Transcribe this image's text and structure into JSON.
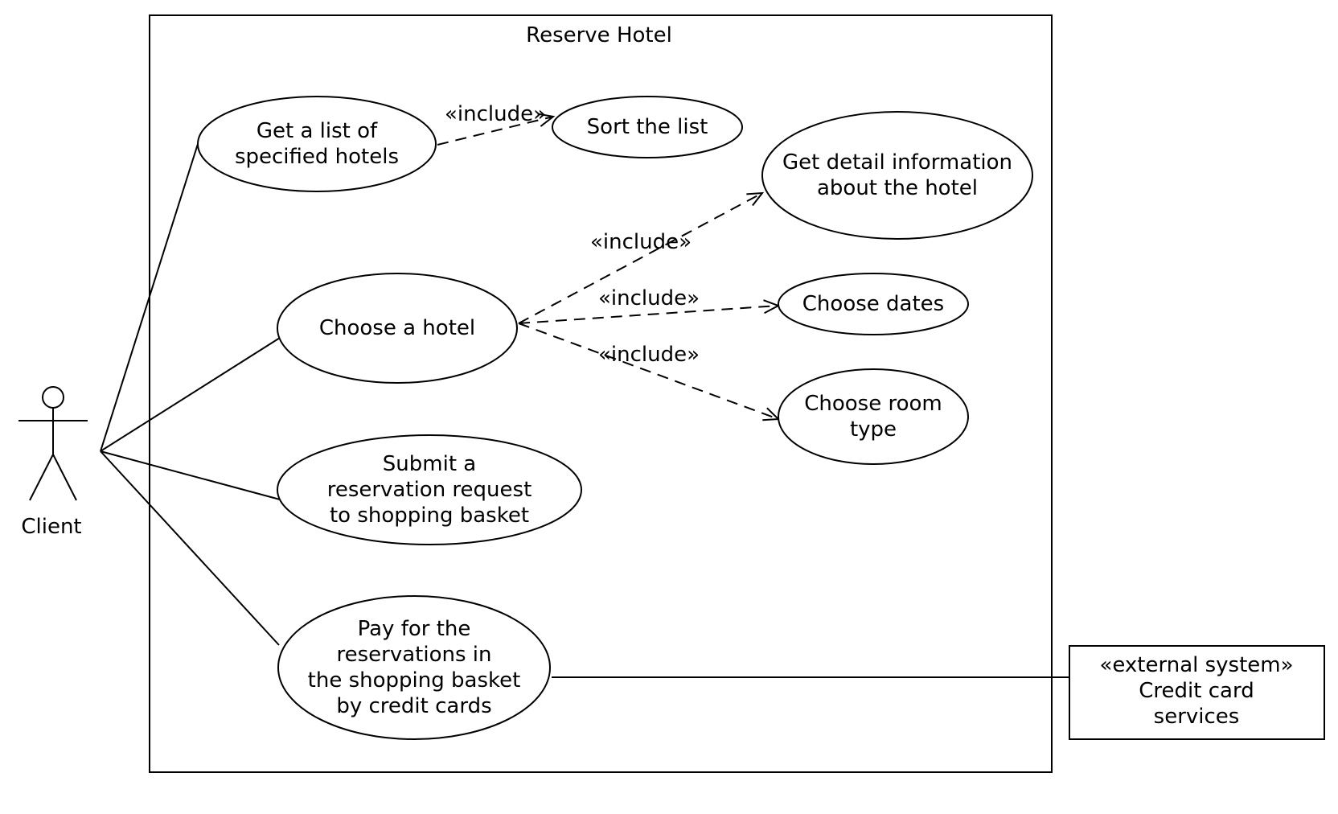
{
  "system": {
    "title": "Reserve Hotel"
  },
  "actor": {
    "name": "Client"
  },
  "use_cases": {
    "get_list": [
      "Get a list of",
      "specified hotels"
    ],
    "sort_list": [
      "Sort the list"
    ],
    "get_detail": [
      "Get detail information",
      "about the hotel"
    ],
    "choose_hotel": [
      "Choose a hotel"
    ],
    "choose_dates": [
      "Choose dates"
    ],
    "choose_room": [
      "Choose room",
      "type"
    ],
    "submit_request": [
      "Submit a",
      "reservation request",
      "to shopping basket"
    ],
    "pay": [
      "Pay for the",
      "reservations in",
      "the shopping basket",
      "by credit cards"
    ]
  },
  "external": {
    "stereotype": "«external system»",
    "name": [
      "Credit card",
      "services"
    ]
  },
  "relations": {
    "include_label": "«include»"
  }
}
